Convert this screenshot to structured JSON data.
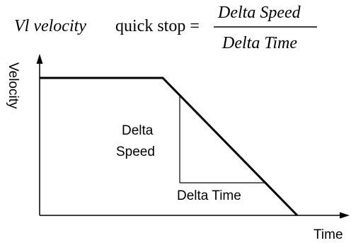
{
  "formula": {
    "lhs_italic": "Vl  velocity",
    "lhs_plain": "quick stop =",
    "numerator": "Delta Speed",
    "denominator": "Delta Time"
  },
  "axes": {
    "y_label": "Velocity",
    "x_label": "Time"
  },
  "annotations": {
    "delta_speed_line1": "Delta",
    "delta_speed_line2": "Speed",
    "delta_time": "Delta Time"
  },
  "colors": {
    "ink": "#000000",
    "background": "#ffffff"
  }
}
